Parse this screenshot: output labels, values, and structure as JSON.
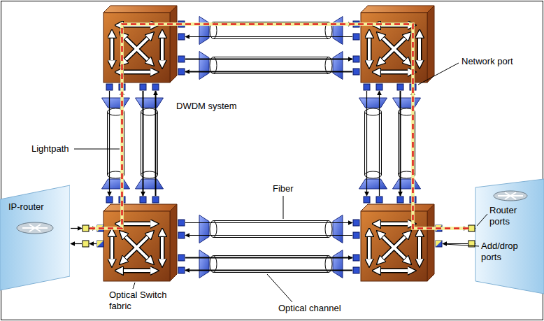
{
  "diagram": {
    "nodes": [
      {
        "text": [
          "IP-router"
        ]
      }
    ],
    "labels": [
      "Network port",
      "DWDM system",
      "Lightpath",
      "Router ports",
      "Fiber",
      "Add/drop ports",
      "Optical Switch fabric",
      "Optical channel"
    ]
  }
}
